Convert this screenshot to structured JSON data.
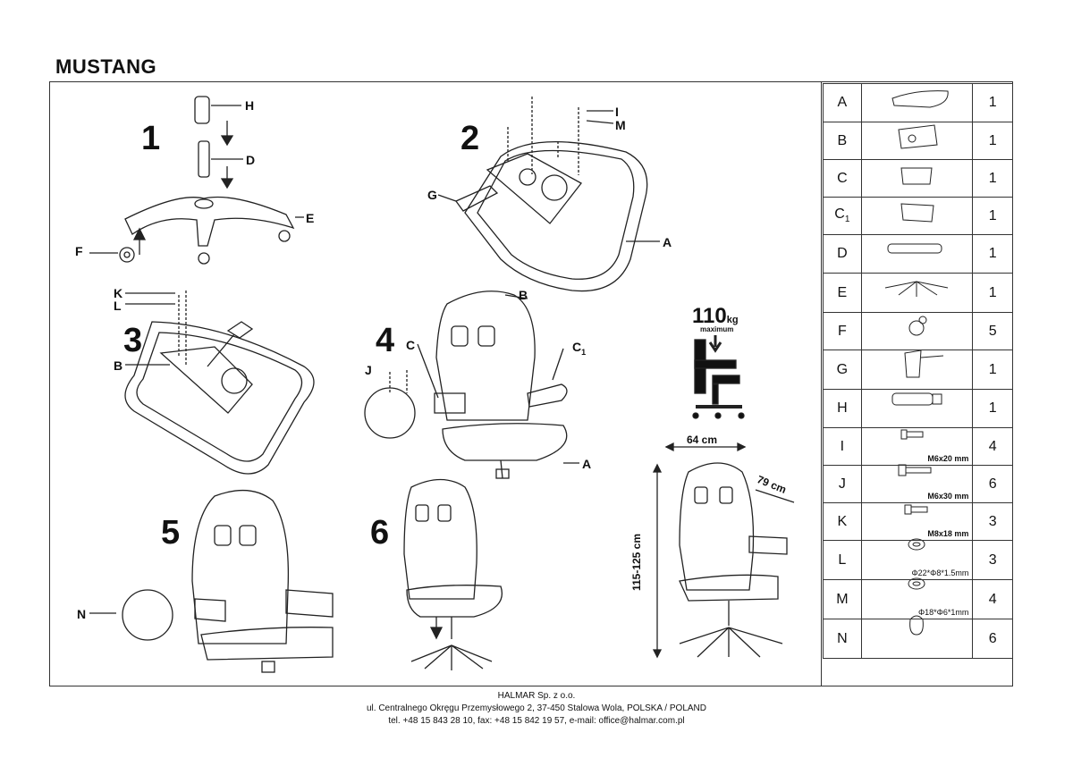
{
  "title": "MUSTANG",
  "steps": [
    "1",
    "2",
    "3",
    "4",
    "5",
    "6"
  ],
  "labels": {
    "H": "H",
    "D": "D",
    "E": "E",
    "F": "F",
    "G": "G",
    "I": "I",
    "M": "M",
    "A": "A",
    "K": "K",
    "L": "L",
    "B": "B",
    "J": "J",
    "C": "C",
    "C1": "C",
    "C1sub": "1"
  },
  "capacity": {
    "value": "110",
    "unit": "kg",
    "note": "maximum"
  },
  "dimensions": {
    "width": "64 cm",
    "depth": "79 cm",
    "height": "115-125 cm"
  },
  "parts": [
    {
      "letter": "A",
      "sub": "",
      "qty": "1",
      "icon": "seat-icon",
      "spec": ""
    },
    {
      "letter": "B",
      "sub": "",
      "qty": "1",
      "icon": "backrest-icon",
      "spec": ""
    },
    {
      "letter": "C",
      "sub": "",
      "qty": "1",
      "icon": "armrest-icon",
      "spec": ""
    },
    {
      "letter": "C",
      "sub": "1",
      "qty": "1",
      "icon": "armrest-icon",
      "spec": ""
    },
    {
      "letter": "D",
      "sub": "",
      "qty": "1",
      "icon": "gas-lift-icon",
      "spec": ""
    },
    {
      "letter": "E",
      "sub": "",
      "qty": "1",
      "icon": "star-base-icon",
      "spec": ""
    },
    {
      "letter": "F",
      "sub": "",
      "qty": "5",
      "icon": "caster-icon",
      "spec": ""
    },
    {
      "letter": "G",
      "sub": "",
      "qty": "1",
      "icon": "mechanism-icon",
      "spec": ""
    },
    {
      "letter": "H",
      "sub": "",
      "qty": "1",
      "icon": "cylinder-cover-icon",
      "spec": ""
    },
    {
      "letter": "I",
      "sub": "",
      "qty": "4",
      "icon": "bolt-icon",
      "spec": "M6x20 mm"
    },
    {
      "letter": "J",
      "sub": "",
      "qty": "6",
      "icon": "bolt-icon",
      "spec": "M6x30 mm"
    },
    {
      "letter": "K",
      "sub": "",
      "qty": "3",
      "icon": "bolt-icon",
      "spec": "M8x18 mm"
    },
    {
      "letter": "L",
      "sub": "",
      "qty": "3",
      "icon": "washer-icon",
      "spec": "Φ22*Φ8*1.5mm"
    },
    {
      "letter": "M",
      "sub": "",
      "qty": "4",
      "icon": "washer-icon",
      "spec": "Φ18*Φ6*1mm"
    },
    {
      "letter": "N",
      "sub": "",
      "qty": "6",
      "icon": "cap-icon",
      "spec": ""
    }
  ],
  "footer": {
    "company": "HALMAR Sp. z o.o.",
    "address": "ul. Centralnego Okręgu Przemysłowego 2, 37-450 Stalowa Wola, POLSKA / POLAND",
    "contact": "tel. +48 15 843 28 10, fax: +48 15 842 19 57, e-mail: office@halmar.com.pl"
  }
}
